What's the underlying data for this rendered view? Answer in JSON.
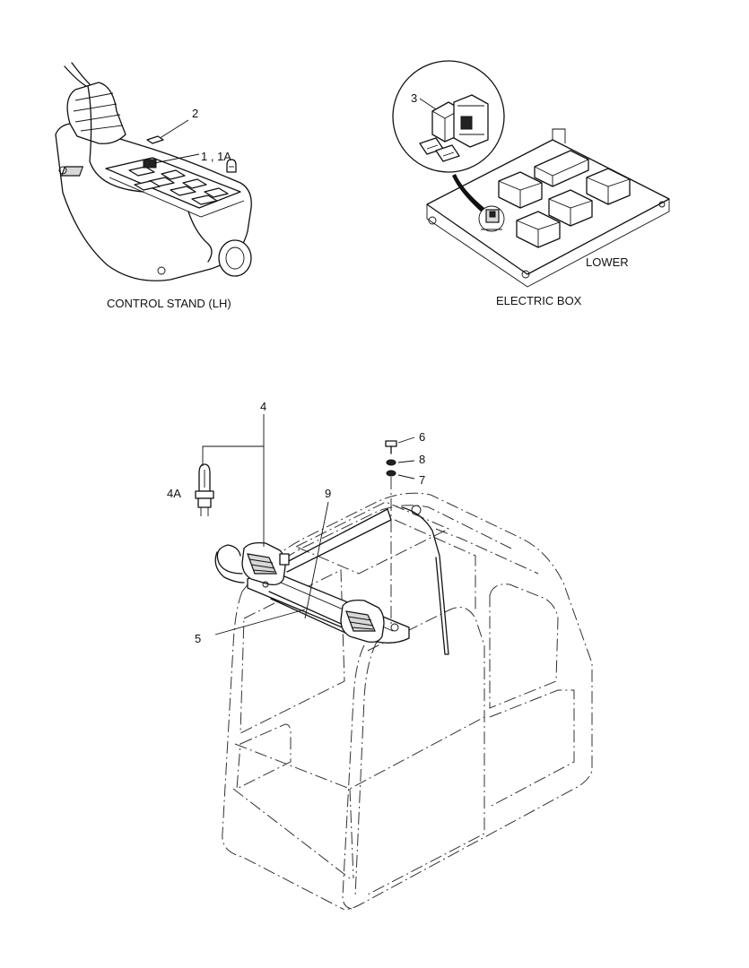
{
  "captions": {
    "control_stand": "CONTROL STAND (LH)",
    "electric_box": "ELECTRIC BOX",
    "lower": "LOWER"
  },
  "callouts": {
    "c1": "1 , 1A",
    "c2": "2",
    "c3": "3",
    "c4": "4",
    "c4a": "4A",
    "c5": "5",
    "c6": "6",
    "c7": "7",
    "c8": "8",
    "c9": "9"
  }
}
